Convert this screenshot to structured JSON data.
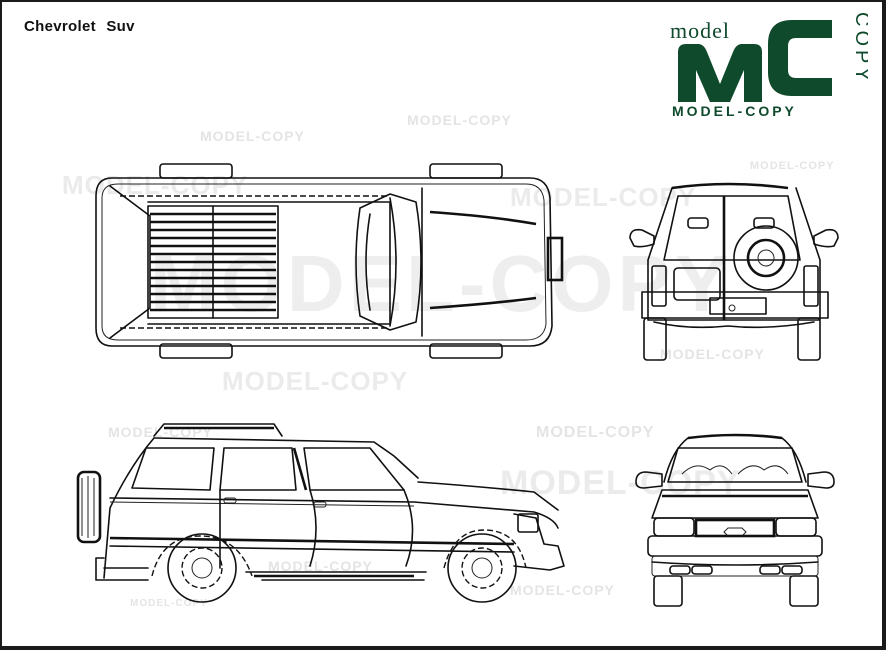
{
  "title": "Chevrolet  Suv",
  "logo": {
    "top_text": "model",
    "letters": "MC",
    "side_text": "COPY",
    "bottom_text": "MODEL-COPY",
    "color": "#0f4a2c"
  },
  "watermarks": {
    "small": "MODEL-COPY",
    "medium": "MODEL-COPY",
    "large": "MODEL-COPY"
  },
  "views": [
    {
      "name": "top-view"
    },
    {
      "name": "rear-view"
    },
    {
      "name": "side-view"
    },
    {
      "name": "front-view"
    }
  ],
  "colors": {
    "border": "#1a1a1a",
    "line": "#111111",
    "watermark": "#e6e6e6",
    "logo_green": "#0f4a2c"
  }
}
